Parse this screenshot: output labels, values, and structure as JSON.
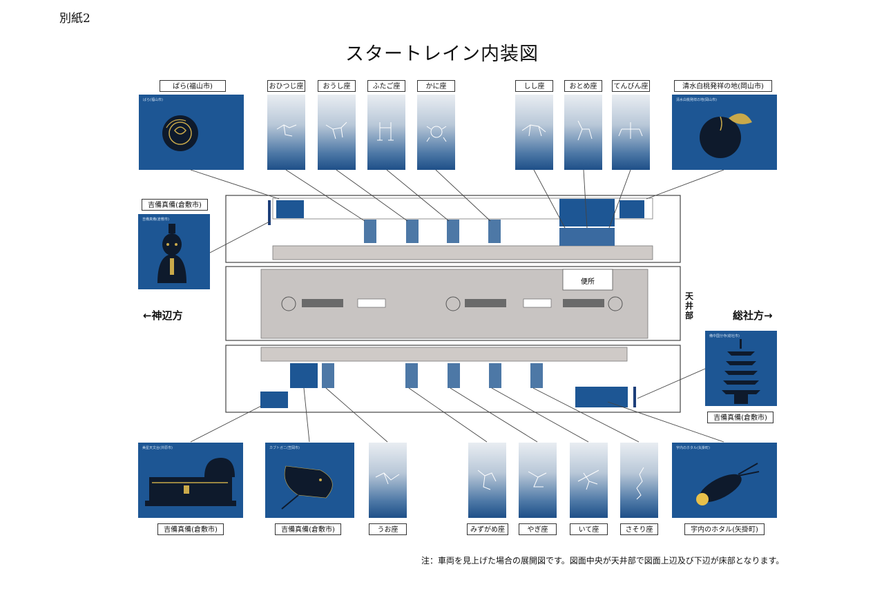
{
  "document_label": "別紙2",
  "title": "スタートレイン内装図",
  "top_panels": [
    {
      "label": "ばら(福山市)",
      "caption": "ばら(福山市)",
      "icon": "rose-icon"
    },
    {
      "label": "おひつじ座",
      "icon": "aries-constellation-icon"
    },
    {
      "label": "おうし座",
      "icon": "taurus-constellation-icon"
    },
    {
      "label": "ふたご座",
      "icon": "gemini-constellation-icon"
    },
    {
      "label": "かに座",
      "icon": "cancer-constellation-icon"
    },
    {
      "label": "しし座",
      "icon": "leo-constellation-icon"
    },
    {
      "label": "おとめ座",
      "icon": "virgo-constellation-icon"
    },
    {
      "label": "てんびん座",
      "icon": "libra-constellation-icon"
    },
    {
      "label": "清水白桃発祥の地(岡山市)",
      "caption": "清水白桃発祥の地(岡山市)",
      "icon": "peach-icon"
    }
  ],
  "side_panels": [
    {
      "label": "吉備真備(倉敷市)",
      "caption": "吉備真備(倉敷市)",
      "icon": "kibi-no-makibi-figure-icon"
    },
    {
      "label": "吉備真備(倉敷市)",
      "caption": "備中国分寺(総社市)",
      "icon": "pagoda-icon"
    }
  ],
  "bottom_panels": [
    {
      "label": "吉備真備(倉敷市)",
      "caption": "美星天文台(井原市)",
      "icon": "observatory-icon"
    },
    {
      "label": "吉備真備(倉敷市)",
      "caption": "カブトガニ(笠岡市)",
      "icon": "horseshoe-crab-icon"
    },
    {
      "label": "うお座",
      "icon": "pisces-constellation-icon"
    },
    {
      "label": "みずがめ座",
      "icon": "aquarius-constellation-icon"
    },
    {
      "label": "やぎ座",
      "icon": "capricorn-constellation-icon"
    },
    {
      "label": "いて座",
      "icon": "sagittarius-constellation-icon"
    },
    {
      "label": "さそり座",
      "icon": "scorpio-constellation-icon"
    },
    {
      "label": "宇内のホタル(矢掛町)",
      "caption": "宇内のホタル(矢掛町)",
      "icon": "firefly-icon"
    }
  ],
  "directions": {
    "left": "←神辺方",
    "right": "総社方→"
  },
  "ceiling_label": "天井部",
  "restroom_label": "便所",
  "footnote": "注：車両を見上げた場合の展開図です。図面中央が天井部で図面上辺及び下辺が床部となります。",
  "colors": {
    "panel_blue": "#1d5694",
    "ceiling_gray": "#c8c4c2",
    "line": "#444444"
  }
}
